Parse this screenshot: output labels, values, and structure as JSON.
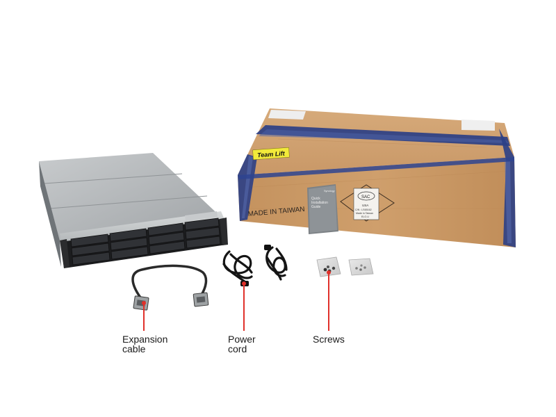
{
  "box": {
    "team_lift_label": "Team Lift",
    "made_in": "MADE IN TAIWAN",
    "sac_label": "SAC",
    "sac_country": "USA",
    "sac_line1": "C/N : LS65162",
    "sac_line2": "Made in Taiwan",
    "sac_line3": "ELO.U"
  },
  "guide": {
    "brand": "Synology",
    "title_line1": "Quick",
    "title_line2": "Installation",
    "title_line3": "Guide"
  },
  "callouts": {
    "expansion_cable": {
      "line1": "Expansion",
      "line2": "cable"
    },
    "power_cord": {
      "line1": "Power",
      "line2": "cord"
    },
    "screws": {
      "line1": "Screws"
    }
  },
  "colors": {
    "leader_line": "#e0302a",
    "cardboard": "#c99865",
    "packing_tape": "#2b3f86",
    "team_lift_sticker": "#f2ea3a",
    "chassis_silver": "#b9bcbe"
  }
}
